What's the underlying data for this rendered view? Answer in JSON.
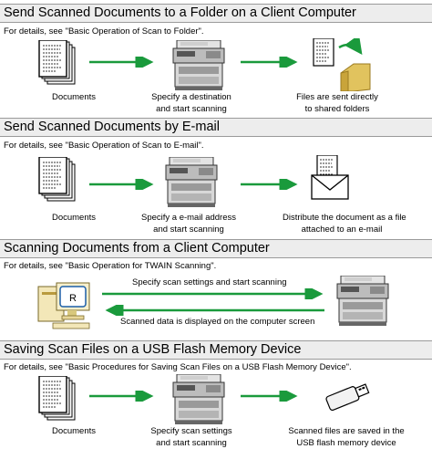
{
  "sections": [
    {
      "title": "Send Scanned Documents to a Folder on a Client Computer",
      "details": "For details, see \"Basic Operation of Scan to Folder\".",
      "step1": "Documents",
      "step2": [
        "Specify a destination",
        "and start scanning"
      ],
      "step3": [
        "Files are sent directly",
        "to shared folders"
      ]
    },
    {
      "title": "Send Scanned Documents by E-mail",
      "details": "For details, see \"Basic Operation of Scan to E-mail\".",
      "step1": "Documents",
      "step2": [
        "Specify a e-mail address",
        "and start scanning"
      ],
      "step3": [
        "Distribute the document as a file",
        "attached to an e-mail"
      ]
    },
    {
      "title": "Scanning Documents from a Client Computer",
      "details": "For details, see \"Basic Operation for TWAIN Scanning\".",
      "arrow_right": "Specify scan settings and start scanning",
      "arrow_left": "Scanned data is displayed on the computer screen",
      "twain_badge": "R"
    },
    {
      "title": "Saving Scan Files on a USB Flash Memory Device",
      "details": "For details, see \"Basic Procedures for Saving Scan Files on a USB Flash Memory Device\".",
      "step1": "Documents",
      "step2": [
        "Specify scan settings",
        "and start scanning"
      ],
      "step3": [
        "Scanned files are saved in the",
        "USB flash memory device"
      ]
    }
  ],
  "colors": {
    "arrow": "#1a9a3c",
    "header_bg": "#ededed",
    "folder": "#d8b54a",
    "monitor": "#e8d79a"
  },
  "icons": [
    "document-stack-icon",
    "scanner-machine-icon",
    "folder-icon",
    "envelope-icon",
    "computer-icon",
    "usb-drive-icon"
  ]
}
